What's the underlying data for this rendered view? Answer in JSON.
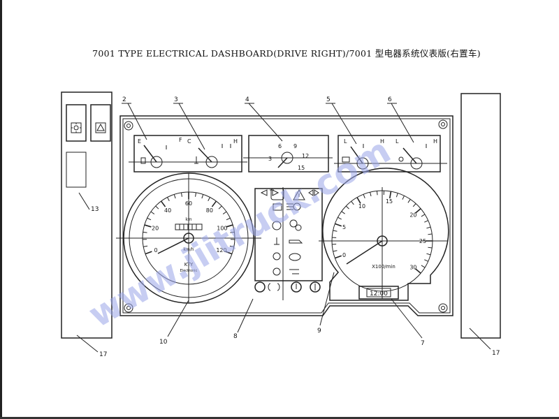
{
  "title": "7001 TYPE ELECTRICAL DASHBOARD(DRIVE RIGHT)/7001 型电器系统仪表版(右置车)",
  "callouts": [
    "2",
    "3",
    "4",
    "5",
    "6",
    "13",
    "17",
    "10",
    "8",
    "9",
    "7",
    "17"
  ],
  "gauges": {
    "fuel": {
      "empty": "E",
      "full": "F"
    },
    "temp": {
      "cold": "C",
      "hot": "H"
    },
    "oil": {
      "low": "L",
      "high": "H"
    },
    "air": {
      "low": "L",
      "high": "H"
    }
  },
  "clock": {
    "n3": "3",
    "n6": "6",
    "n9": "9",
    "n12": "12",
    "n15": "15"
  },
  "speedometer": {
    "ticks": [
      "0",
      "20",
      "40",
      "60",
      "80",
      "100",
      "120"
    ],
    "odometer": "km",
    "unit": "km/h",
    "brand": "KTY",
    "brand_sub": "Electronic"
  },
  "tachometer": {
    "ticks": [
      "0",
      "5",
      "10",
      "15",
      "20",
      "25",
      "30"
    ],
    "unit": "X100/min",
    "readout": "12:00"
  },
  "watermark": "www.jiitruck.com",
  "colors": {
    "ink": "#222222",
    "watermark": "#9aa6e8"
  }
}
